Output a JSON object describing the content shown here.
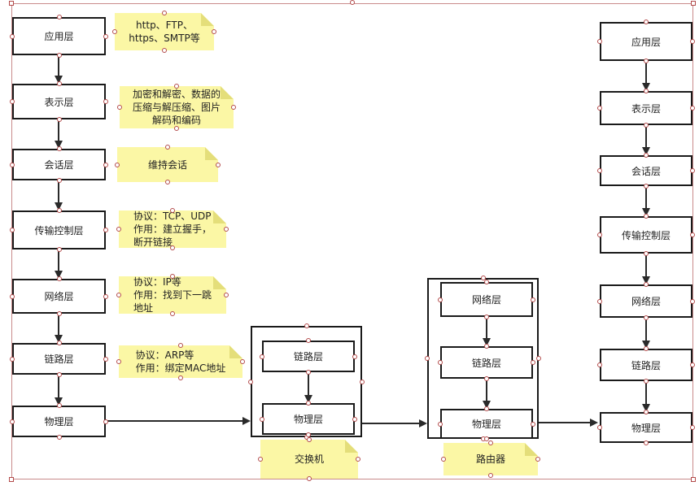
{
  "left_stack": [
    "应用层",
    "表示层",
    "会话层",
    "传输控制层",
    "网络层",
    "链路层",
    "物理层"
  ],
  "notes": [
    {
      "text": "http、FTP、\nhttps、SMTP等"
    },
    {
      "text": "加密和解密、数据的\n压缩与解压缩、图片\n解码和编码"
    },
    {
      "text": "维持会话"
    },
    {
      "text": "协议：TCP、UDP\n作用：建立握手，\n断开链接"
    },
    {
      "text": "协议：IP等\n作用：找到下一跳\n地址"
    },
    {
      "text": "协议：ARP等\n作用：绑定MAC地址"
    }
  ],
  "switch": {
    "layers": [
      "链路层",
      "物理层"
    ],
    "label": "交换机"
  },
  "router": {
    "layers": [
      "网络层",
      "链路层",
      "物理层"
    ],
    "label": "路由器"
  },
  "right_stack": [
    "应用层",
    "表示层",
    "会话层",
    "传输控制层",
    "网络层",
    "链路层",
    "物理层"
  ]
}
